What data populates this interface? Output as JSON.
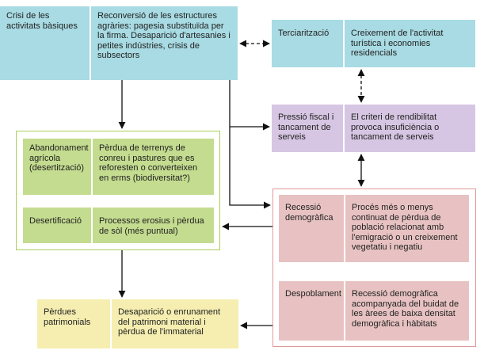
{
  "nodes": {
    "crisi": {
      "label": "Crisi de les activitats bàsiques",
      "desc": "Reconversió de les estructures agràries: pagesia substituïda per la firma. Desaparició d'artesanies i petites indústries, crisis de subsectors"
    },
    "terciaritzacio": {
      "label": "Terciarització",
      "desc": "Creixement de l'activitat turística i economies residencials"
    },
    "pressio": {
      "label": "Pressió fiscal i tancament de serveis",
      "desc": "El criteri de rendibilitat provoca insuficiència o tancament de serveis"
    },
    "abandonament": {
      "label": "Abandonament agrícola (desertització)",
      "desc": "Pèrdua de terrenys de conreu i pastures que es reforesten o converteixen en erms (biodiversitat?)"
    },
    "desertificacio": {
      "label": "Desertificació",
      "desc": "Processos erosius i pèrdua de sòl (més puntual)"
    },
    "recessio": {
      "label": "Recessió demogràfica",
      "desc": "Procés més o menys continuat de pèrdua de població relacionat amb l'emigració o un creixement vegetatiu i negatiu"
    },
    "despoblament": {
      "label": "Despoblament",
      "desc": "Recessió demogràfica acompanyada del buidat de les àrees de baixa densitat demogràfica i hàbitats"
    },
    "perdues": {
      "label": "Pèrdues patrimonials",
      "desc": "Desaparició o enrunament del patrimoni material i pèrdua de l'immaterial"
    }
  }
}
